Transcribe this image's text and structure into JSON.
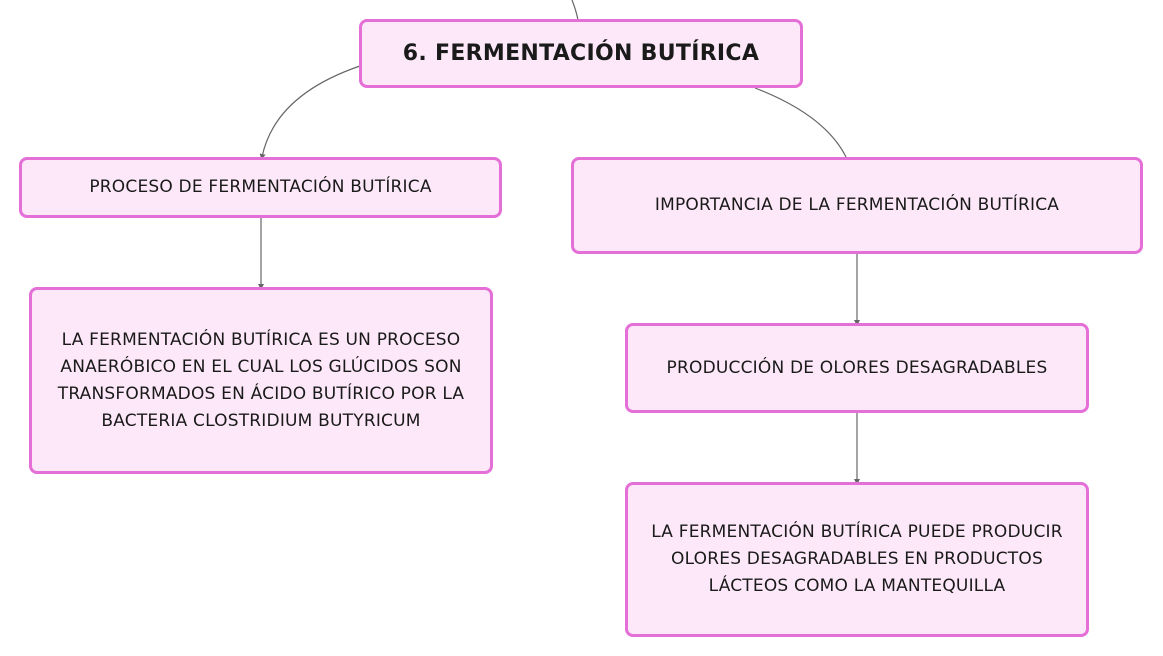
{
  "diagram": {
    "root": {
      "label": "6. FERMENTACIÓN BUTÍRICA"
    },
    "left_branch": {
      "heading": "PROCESO DE FERMENTACIÓN BUTÍRICA",
      "detail": "LA FERMENTACIÓN BUTÍRICA ES UN PROCESO ANAERÓBICO EN EL CUAL LOS GLÚCIDOS SON TRANSFORMADOS EN ÁCIDO BUTÍRICO POR LA BACTERIA CLOSTRIDIUM BUTYRICUM"
    },
    "right_branch": {
      "heading": "IMPORTANCIA DE LA FERMENTACIÓN BUTÍRICA",
      "subheading": "PRODUCCIÓN DE OLORES DESAGRADABLES",
      "detail": "LA FERMENTACIÓN BUTÍRICA PUEDE PRODUCIR OLORES DESAGRADABLES EN PRODUCTOS LÁCTEOS COMO LA MANTEQUILLA"
    },
    "colors": {
      "node_fill": "#fce8f8",
      "node_border": "#e36fd7",
      "connector": "#666666"
    }
  }
}
